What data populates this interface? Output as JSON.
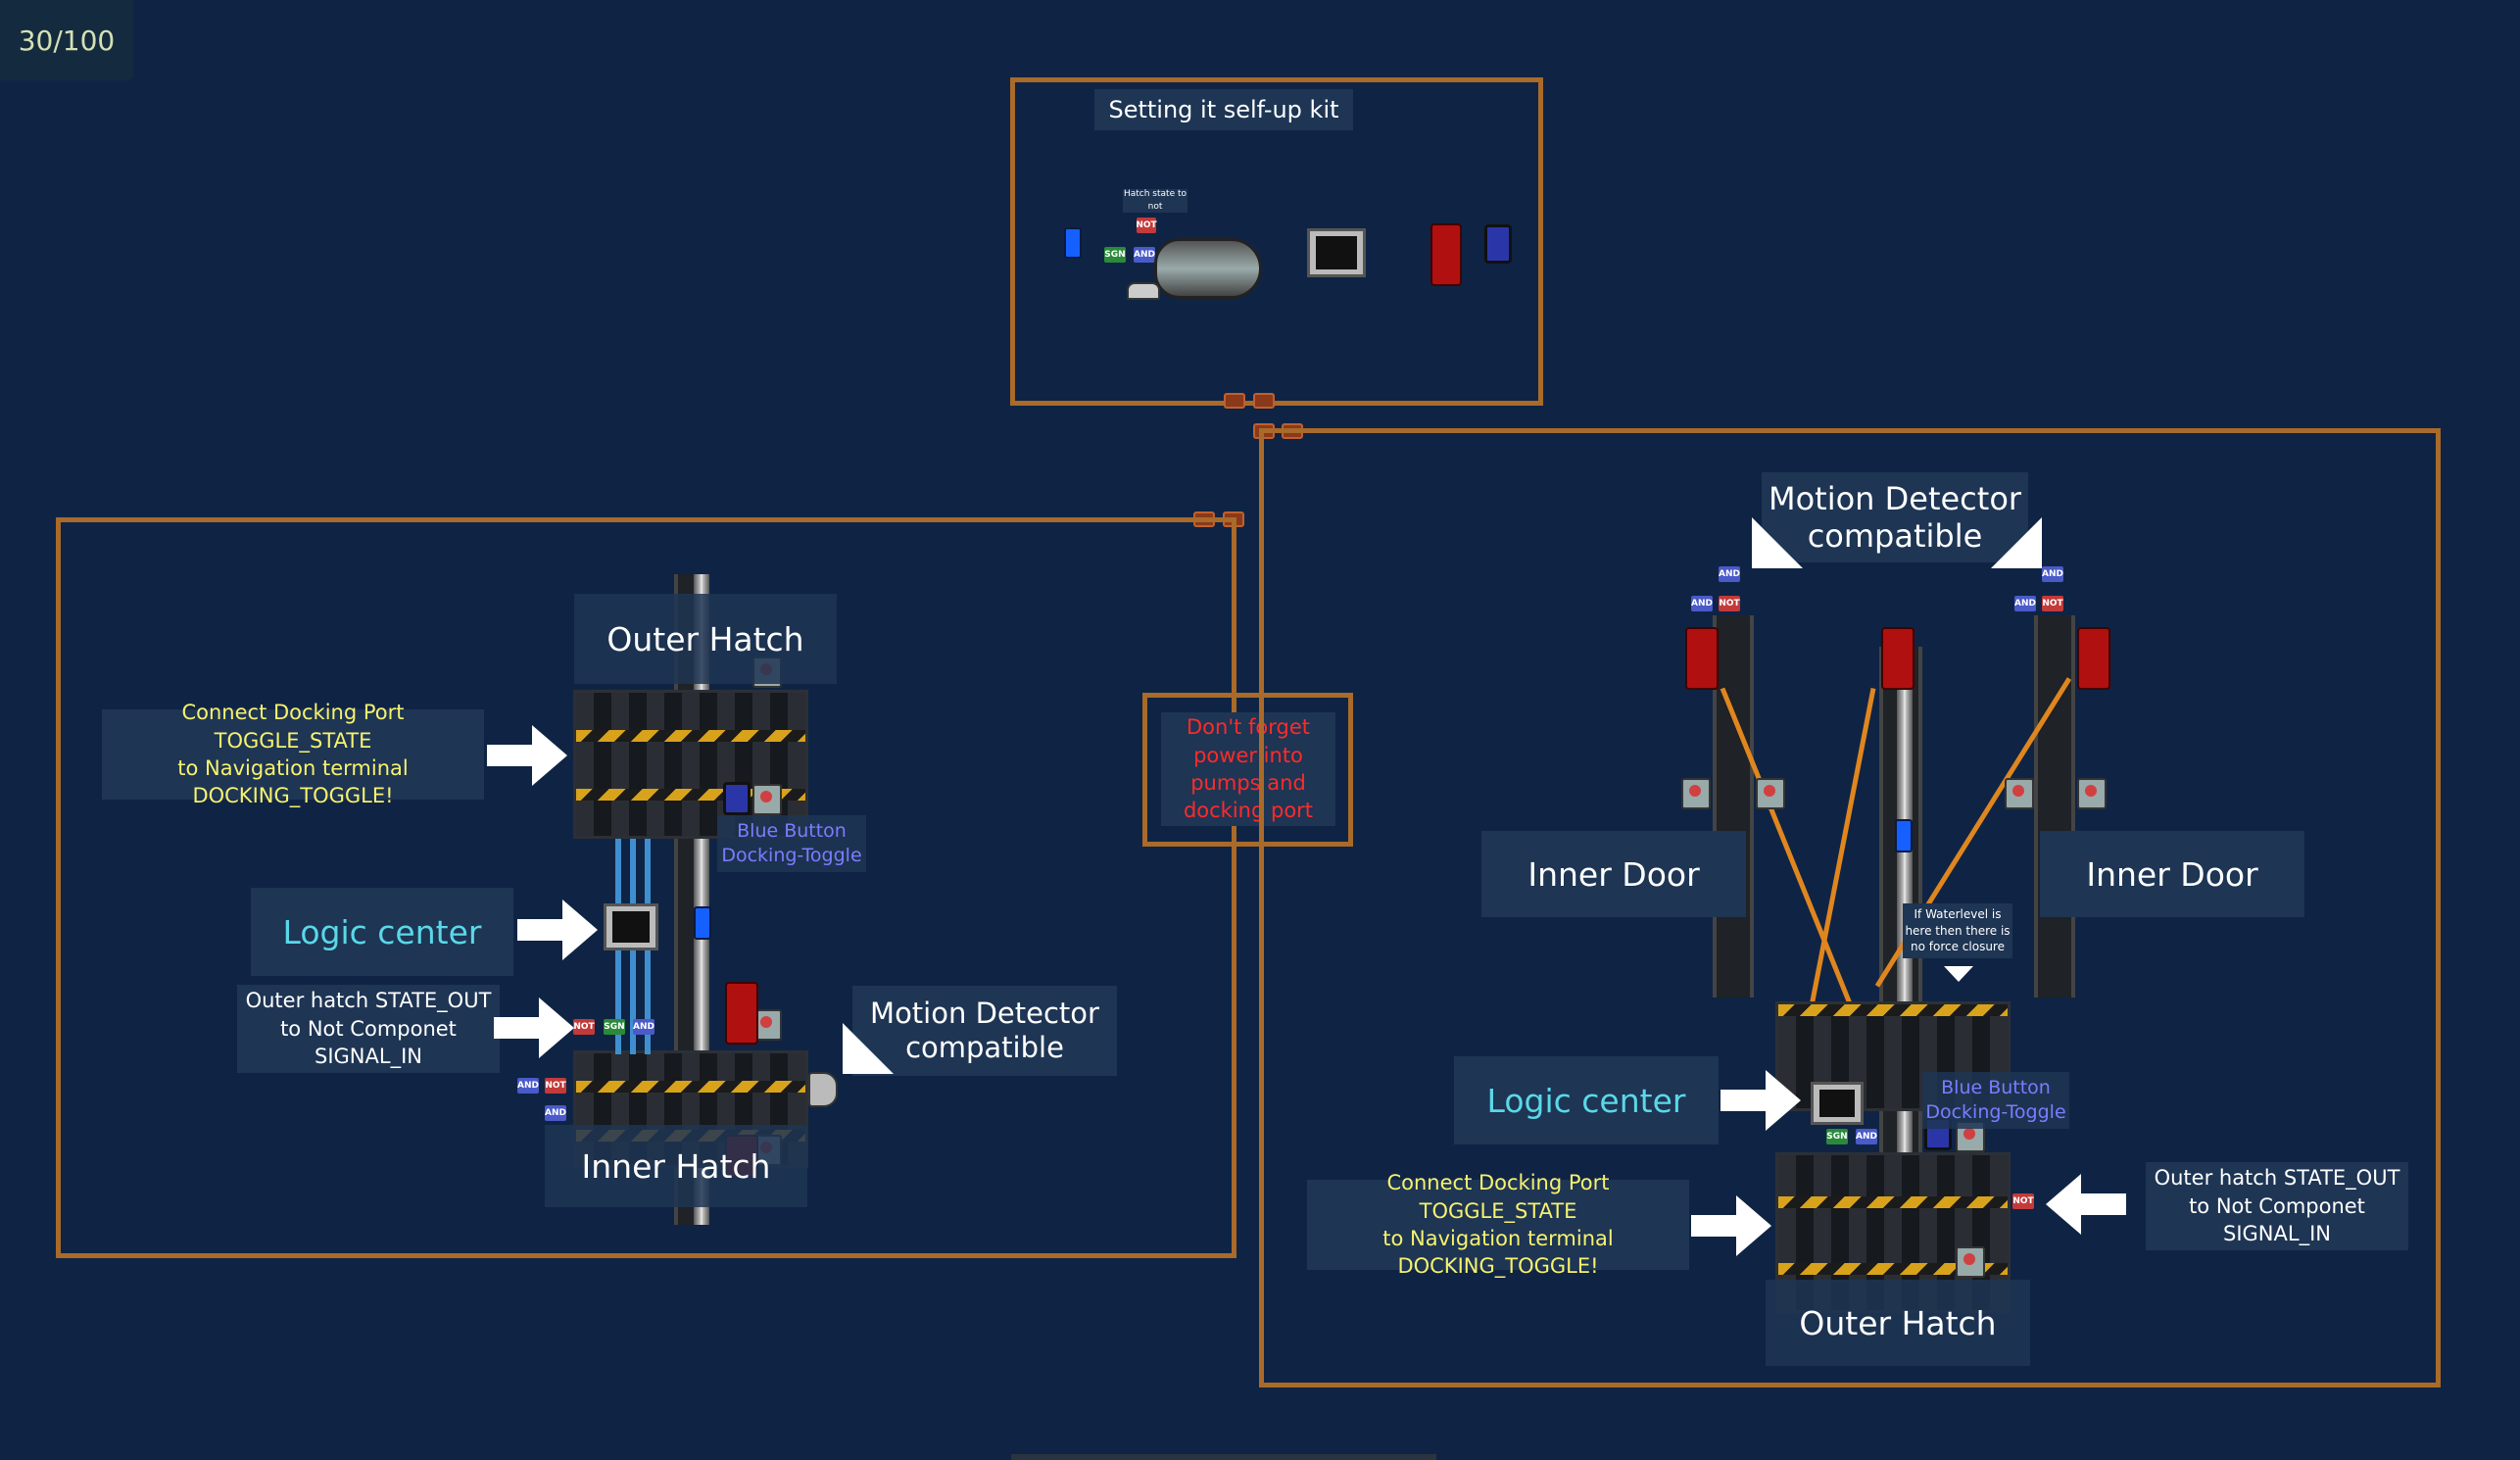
{
  "hud": {
    "counter": "30/100"
  },
  "kit": {
    "title": "Setting it self-up kit",
    "hatch_note": "Hatch state to not"
  },
  "left": {
    "outer_hatch": "Outer Hatch",
    "inner_hatch": "Inner Hatch",
    "connect_note": "Connect Docking Port TOGGLE_STATE\nto Navigation terminal\nDOCKING_TOGGLE!",
    "logic_center": "Logic center",
    "outer_state_note": "Outer hatch STATE_OUT\nto Not Componet\nSIGNAL_IN",
    "blue_button": "Blue Button\nDocking-Toggle",
    "motion_detector": "Motion Detector\ncompatible"
  },
  "middle": {
    "power_note": "Don't forget\npower into\npumps and\ndocking port"
  },
  "right": {
    "motion_detector": "Motion Detector\ncompatible",
    "inner_door_left": "Inner Door",
    "inner_door_right": "Inner Door",
    "waterlevel_note": "If Waterlevel is\nhere then there is\nno force closure",
    "logic_center": "Logic center",
    "blue_button": "Blue Button\nDocking-Toggle",
    "connect_note": "Connect Docking Port TOGGLE_STATE\nto Navigation terminal\nDOCKING_TOGGLE!",
    "outer_state_note": "Outer hatch STATE_OUT\nto Not Componet\nSIGNAL_IN",
    "outer_hatch": "Outer Hatch"
  },
  "components": {
    "not": "NOT",
    "and": "AND",
    "sgn": "SGN"
  },
  "colors": {
    "background": "#0f2444",
    "frame": "#a96a2a",
    "label_bg": "#1e3554",
    "yellow_text": "#f6f26e",
    "cyan_text": "#5ad8e8",
    "blue_text": "#7b7cff",
    "red_text": "#ff2a2a"
  }
}
